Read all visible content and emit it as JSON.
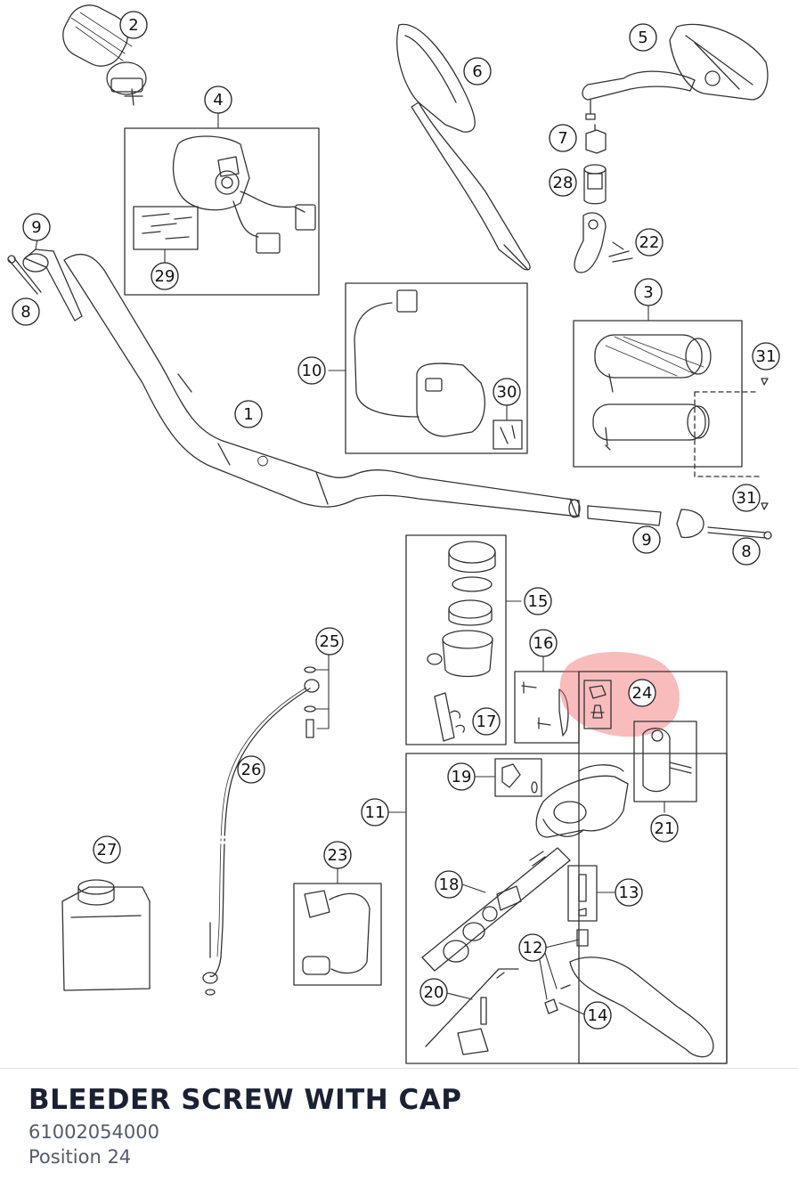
{
  "diagram": {
    "labels": {
      "p1": "1",
      "p2": "2",
      "p3": "3",
      "p4": "4",
      "p5": "5",
      "p6": "6",
      "p7": "7",
      "p8a": "8",
      "p8b": "8",
      "p9a": "9",
      "p9b": "9",
      "p10": "10",
      "p11": "11",
      "p12": "12",
      "p13": "13",
      "p14": "14",
      "p15": "15",
      "p16": "16",
      "p17": "17",
      "p18": "18",
      "p19": "19",
      "p20": "20",
      "p21": "21",
      "p22": "22",
      "p23": "23",
      "p24": "24",
      "p25": "25",
      "p26": "26",
      "p27": "27",
      "p28": "28",
      "p29": "29",
      "p30": "30",
      "p31a": "31",
      "p31b": "31"
    },
    "highlight_color": "#f26a6a",
    "highlighted_position": "24"
  },
  "part": {
    "title": "BLEEDER SCREW WITH CAP",
    "number": "61002054000",
    "position": "Position 24"
  }
}
